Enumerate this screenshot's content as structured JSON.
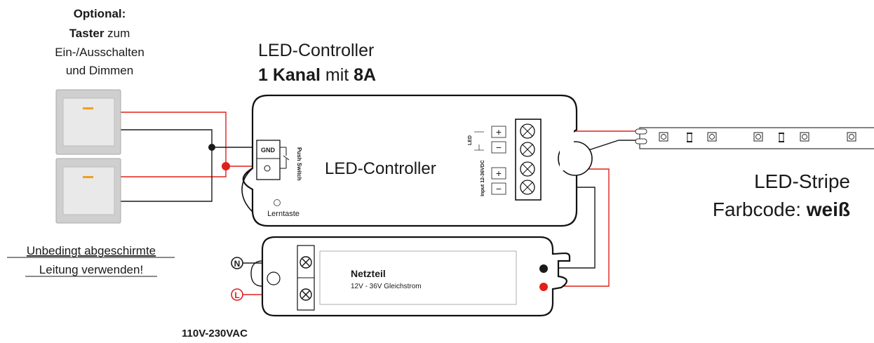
{
  "colors": {
    "wire_red": "#e0201c",
    "wire_black": "#1a1a1a",
    "switch_frame": "#c9c9c9",
    "switch_face": "#e4e4e4",
    "switch_indicator": "#f0a01e",
    "dot_red": "#e0201c",
    "outline": "#111111"
  },
  "switch_note": {
    "line1": "Optional:",
    "line2_bold": "Taster",
    "line2_rest": " zum",
    "line3": "Ein-/Ausschalten",
    "line4": "und Dimmen"
  },
  "controller_heading": {
    "line1": "LED-Controller",
    "line2_bold_a": "1 Kanal",
    "line2_mid": " mit ",
    "line2_bold_b": "8A"
  },
  "controller": {
    "name": "LED-Controller",
    "gnd_label": "GND",
    "push_switch_label": "Push Switch",
    "learn_label": "Lerntaste",
    "led_label": "LED",
    "input_label": "Input 12-36VDC",
    "plus": "+",
    "minus": "−"
  },
  "stripe_label": {
    "line1": "LED-Stripe",
    "line2_normal": "Farbcode: ",
    "line2_bold": "weiß"
  },
  "warning": {
    "line1": "Unbedingt abgeschirmte",
    "line2": "Leitung verwenden!"
  },
  "power_supply": {
    "title": "Netzteil",
    "subtitle": "12V - 36V Gleichstrom",
    "neutral": "N",
    "live": "L"
  },
  "ac_label": "110V-230VAC"
}
